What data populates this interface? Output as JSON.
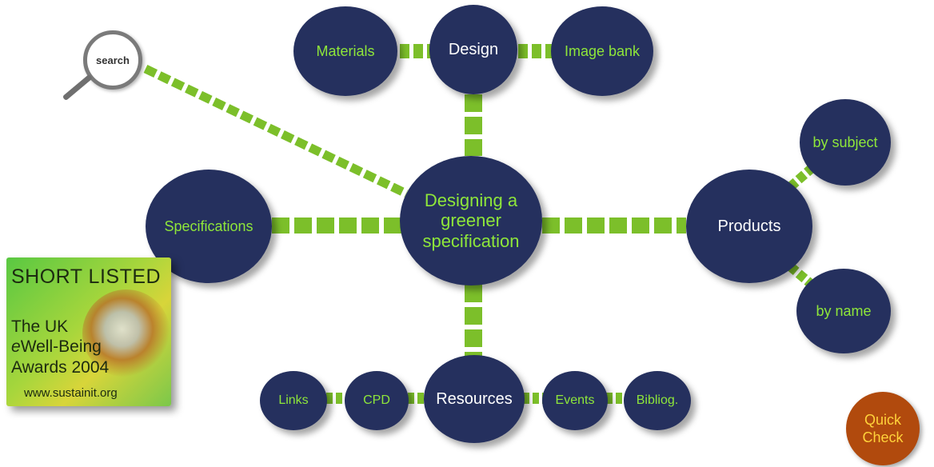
{
  "search": {
    "label": "search"
  },
  "nodes": {
    "center": "Designing a greener specification",
    "design": "Design",
    "materials": "Materials",
    "image_bank": "Image bank",
    "specifications": "Specifications",
    "products": "Products",
    "by_subject": "by subject",
    "by_name": "by name",
    "resources": "Resources",
    "links": "Links",
    "cpd": "CPD",
    "events": "Events",
    "bibliog": "Bibliog."
  },
  "award": {
    "title": "SHORT LISTED",
    "line1": "The UK",
    "line2_em": "e",
    "line2_rest": "Well-Being",
    "line3": "Awards 2004",
    "url": "www.sustainit.org"
  },
  "quick_check": {
    "line1": "Quick",
    "line2": "Check"
  },
  "colors": {
    "node": "#25305e",
    "connector": "#7cbf2a",
    "green_text": "#8ee63a",
    "quick_bg": "#b14a0d",
    "quick_text": "#ffd23a"
  },
  "icons": [
    "search-icon",
    "magnifier-icon"
  ]
}
